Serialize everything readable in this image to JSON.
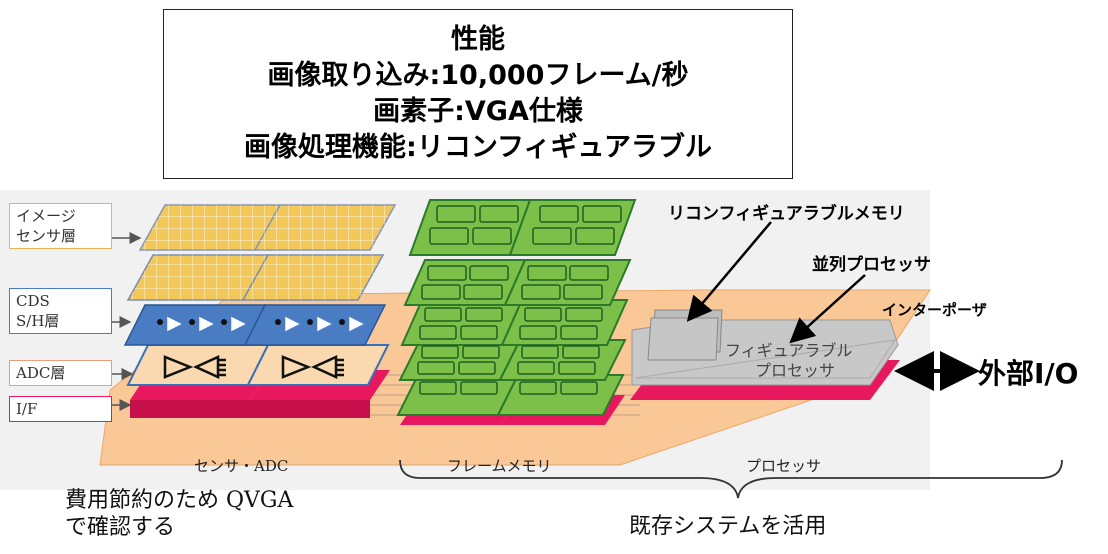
{
  "spec_box": {
    "line1": "性能",
    "line2": "画像取り込み:10,000フレーム/秒",
    "line3": "画素子:VGA仕様",
    "line4": "画像処理機能:リコンフィギュアラブル"
  },
  "layer_labels": {
    "image_sensor": [
      "イメージ",
      "センサ層"
    ],
    "cds": [
      "CDS",
      "S/H層"
    ],
    "adc": "ADC層",
    "if": "I/F"
  },
  "section_labels": {
    "sensor_adc": "センサ・ADC",
    "frame_memory": "フレームメモリ",
    "processor": "プロセッサ"
  },
  "callouts": {
    "reconfig_memory": "リコンフィギュアラブルメモリ",
    "parallel_processor": "並列プロセッサ",
    "interposer": "インターポーザ",
    "external_io": "外部I/O"
  },
  "chip_text": {
    "line1": "フィギュアラブル",
    "line2": "プロセッサ"
  },
  "notes": {
    "cost_line1": "費用節約のため QVGA",
    "cost_line2": "で確認する",
    "existing": "既存システムを活用"
  },
  "colors": {
    "sensor_yellow": "#f2c85a",
    "cds_blue": "#4a7cc4",
    "memory_green": "#7cc04a",
    "interposer_peach": "#f9c896",
    "if_magenta": "#e8185e",
    "processor_gray": "#c8c8c8"
  }
}
